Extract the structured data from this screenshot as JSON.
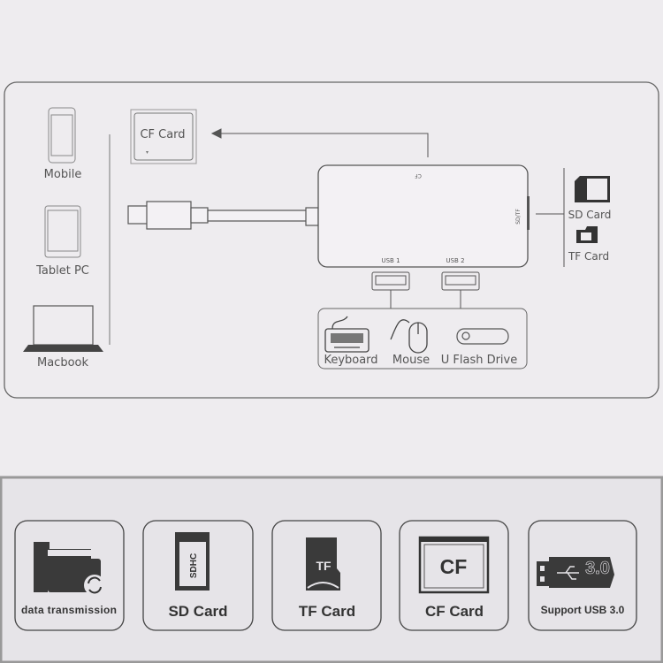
{
  "diagram": {
    "devices": [
      "Mobile",
      "Tablet PC",
      "Macbook"
    ],
    "cf_card": "CF Card",
    "hub": {
      "cf_slot": "CF",
      "sd_tf_slot": "SD/TF",
      "usb1": "USB 1",
      "usb2": "USB 2"
    },
    "cards": {
      "sd": "SD Card",
      "tf": "TF Card"
    },
    "peripherals": [
      "Keyboard",
      "Mouse",
      "U Flash Drive"
    ]
  },
  "features": [
    {
      "label": "data transmission",
      "icon": "folder-sync-icon"
    },
    {
      "label": "SD Card",
      "icon": "sd-card-icon",
      "glyph": "SD HC"
    },
    {
      "label": "TF Card",
      "icon": "tf-card-icon",
      "glyph": "TF"
    },
    {
      "label": "CF Card",
      "icon": "cf-card-icon",
      "glyph": "CF"
    },
    {
      "label": "Support USB 3.0",
      "icon": "usb-3-icon",
      "glyph": "3.0"
    }
  ],
  "colors": {
    "background": "#eeecef",
    "line": "#555555",
    "icon": "#333333",
    "bottom_panel": "#e6e4e8"
  }
}
